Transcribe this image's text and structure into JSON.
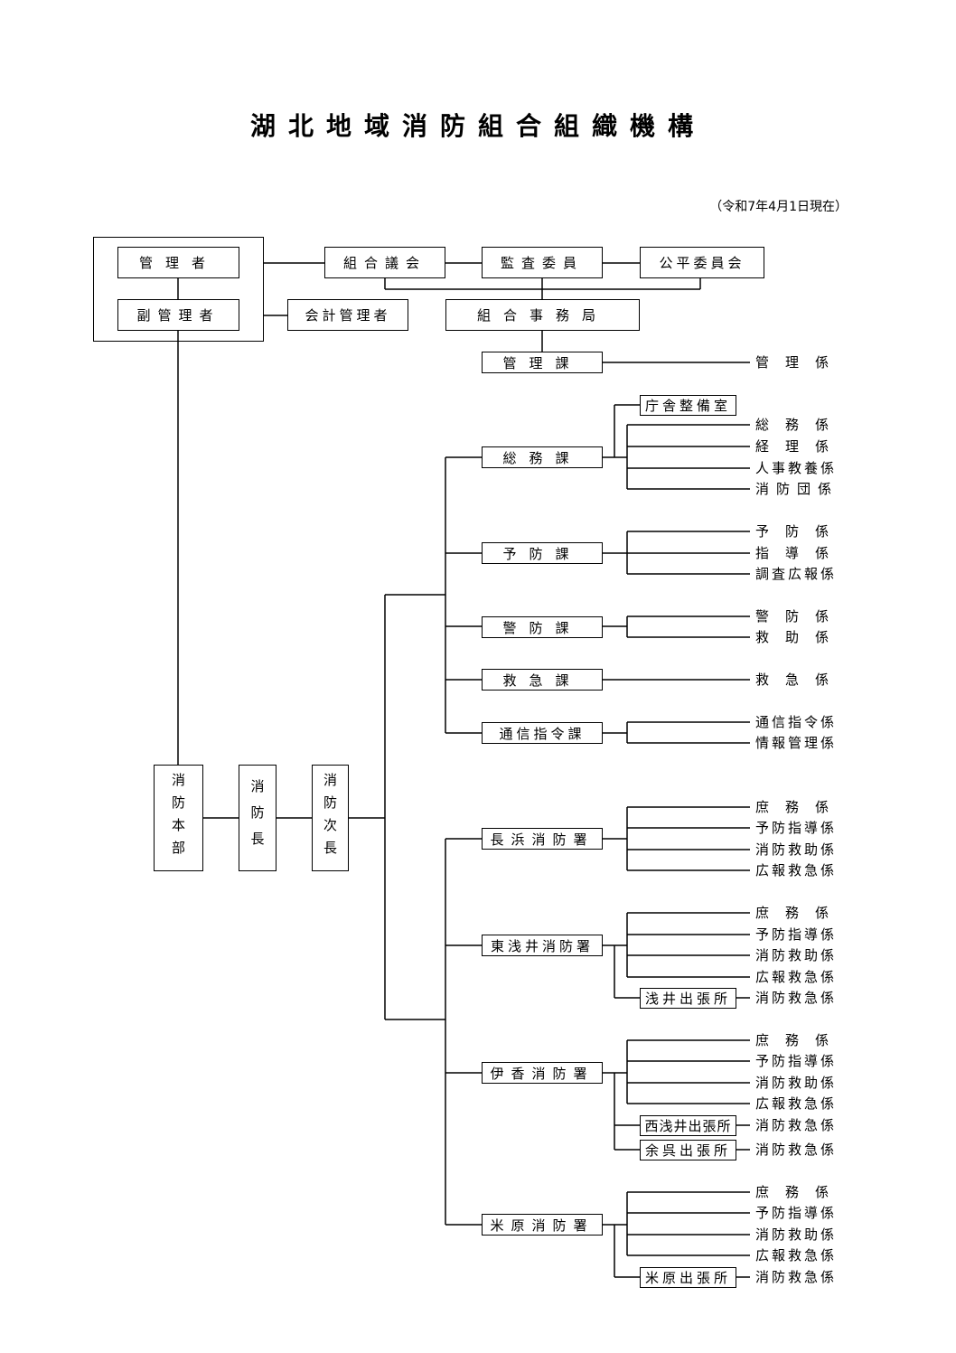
{
  "title": "湖北地域消防組合組織機構",
  "as_of": "（令和7年4月1日現在）",
  "top": {
    "kanrisha": "管理者",
    "fuku_kanrisha": "副管理者",
    "kumiai_gikai": "組合議会",
    "kansa_iin": "監査委員",
    "kohei_iinkai": "公平委員会",
    "kaikei_kanrisha": "会計管理者",
    "jimukyoku": "組合事務局",
    "kanri_ka": "管理課",
    "kanri_kakari": "管理係"
  },
  "chain": {
    "honbu": "消防本部",
    "chief": "消防長",
    "deputy": "消防次長"
  },
  "sections": {
    "somu": {
      "label": "総務課",
      "sub": "庁舎整備室",
      "items": [
        "総務係",
        "経理係",
        "人事教養係",
        "消防団係"
      ]
    },
    "yobo": {
      "label": "予防課",
      "items": [
        "予防係",
        "指導係",
        "調査広報係"
      ]
    },
    "keibo": {
      "label": "警防課",
      "items": [
        "警防係",
        "救助係"
      ]
    },
    "kyukyu": {
      "label": "救急課",
      "items": [
        "救急係"
      ]
    },
    "tsushin": {
      "label": "通信指令課",
      "items": [
        "通信指令係",
        "情報管理係"
      ]
    }
  },
  "stations": {
    "nagahama": {
      "label": "長浜消防署",
      "items": [
        "庶務係",
        "予防指導係",
        "消防救助係",
        "広報救急係"
      ]
    },
    "higashiazai": {
      "label": "東浅井消防署",
      "items": [
        "庶務係",
        "予防指導係",
        "消防救助係",
        "広報救急係"
      ],
      "branches": [
        {
          "label": "浅井出張所",
          "item": "消防救急係"
        }
      ]
    },
    "ika": {
      "label": "伊香消防署",
      "items": [
        "庶務係",
        "予防指導係",
        "消防救助係",
        "広報救急係"
      ],
      "branches": [
        {
          "label": "西浅井出張所",
          "item": "消防救急係"
        },
        {
          "label": "余呉出張所",
          "item": "消防救急係"
        }
      ]
    },
    "maibara": {
      "label": "米原消防署",
      "items": [
        "庶務係",
        "予防指導係",
        "消防救助係",
        "広報救急係"
      ],
      "branches": [
        {
          "label": "米原出張所",
          "item": "消防救急係"
        }
      ]
    }
  }
}
